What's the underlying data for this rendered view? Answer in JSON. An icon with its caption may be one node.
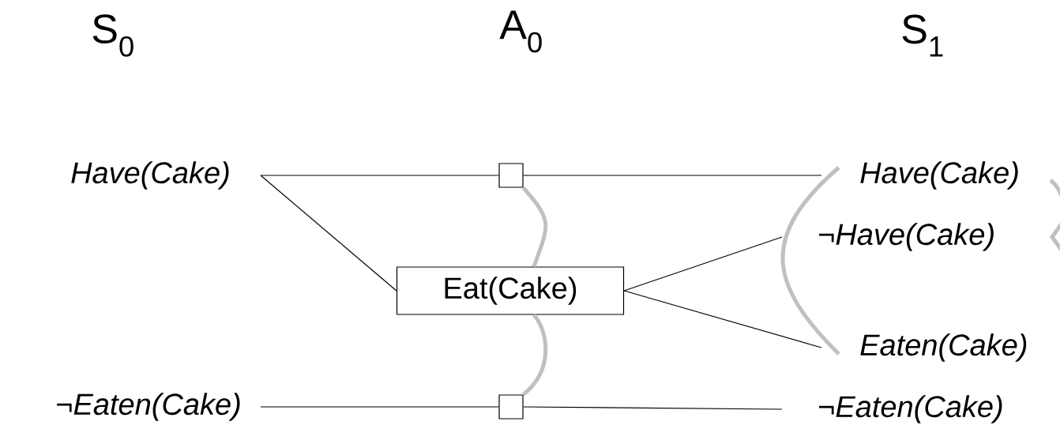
{
  "diagram": {
    "nodes": [
      {
        "text": [
          "Have(Cake)"
        ]
      },
      {
        "text": [
          "¬Eaten(Cake)"
        ]
      },
      {
        "text": [],
        "shape": "box"
      },
      {
        "text": [
          "Eat(Cake)"
        ]
      },
      {
        "text": [],
        "shape": "box"
      },
      {
        "text": [
          "Have(Cake)"
        ]
      },
      {
        "text": [
          "¬Have(Cake)"
        ]
      },
      {
        "text": [
          "Eaten(Cake)"
        ]
      },
      {
        "text": [
          "¬Eaten(Cake)"
        ]
      }
    ],
    "edges": [
      {
        "from": 0,
        "to": 2,
        "arrow": "none"
      },
      {
        "from": 2,
        "to": 5,
        "arrow": "none"
      },
      {
        "from": 0,
        "to": 3,
        "arrow": "none"
      },
      {
        "from": 3,
        "to": 6,
        "arrow": "none"
      },
      {
        "from": 3,
        "to": 7,
        "arrow": "none"
      },
      {
        "from": 1,
        "to": 4,
        "arrow": "none"
      },
      {
        "from": 4,
        "to": 8,
        "arrow": "none"
      },
      {
        "from": 2,
        "to": 3,
        "arrow": "none",
        "style": "thick",
        "color": "#c0c0c0"
      },
      {
        "from": 3,
        "to": 4,
        "arrow": "none",
        "style": "thick",
        "color": "#c0c0c0"
      },
      {
        "from": 5,
        "to": 7,
        "arrow": "none",
        "style": "thick",
        "color": "#c0c0c0"
      }
    ],
    "labels": [
      "S$_{0}$",
      "A$_{0}$",
      "S$_{1}$"
    ]
  }
}
